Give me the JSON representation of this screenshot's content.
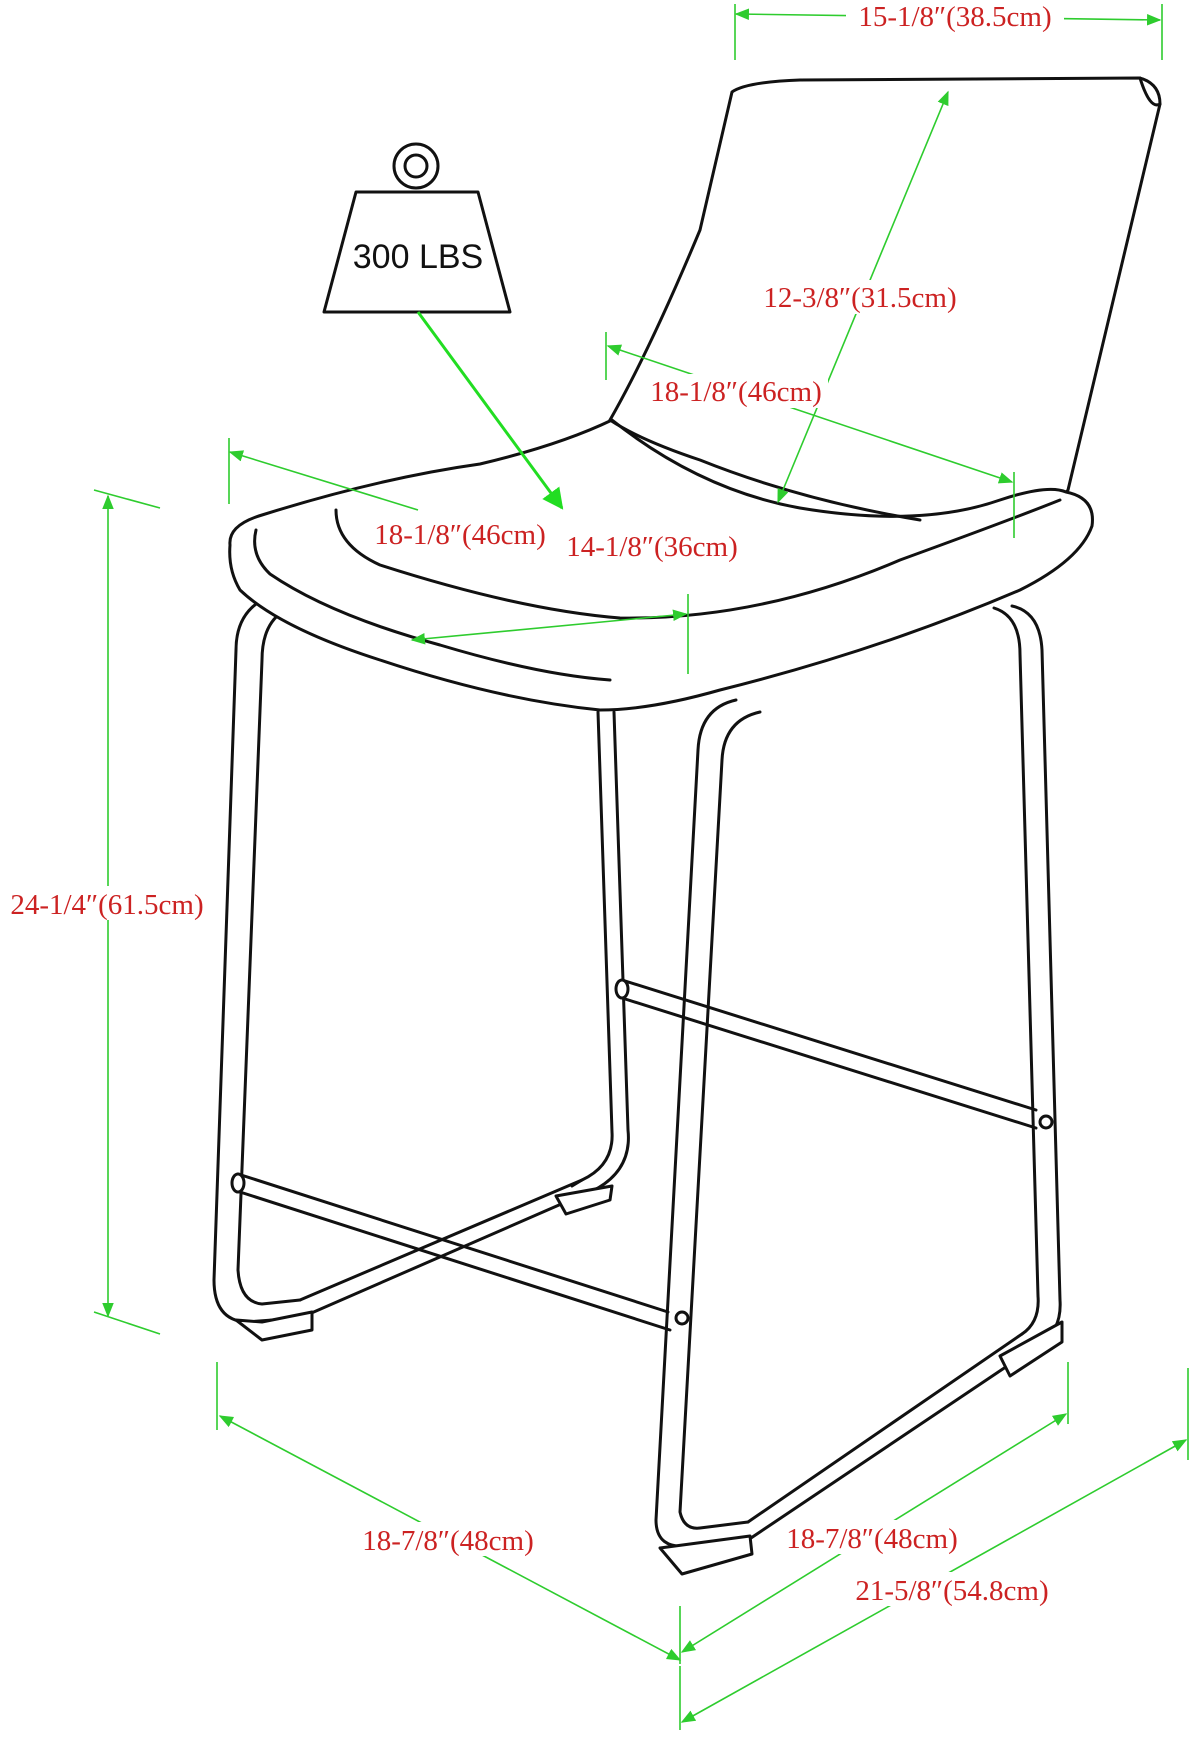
{
  "weight": {
    "label": "300 LBS"
  },
  "dimensions": {
    "back_width": "15-1/8″(38.5cm)",
    "back_height": "12-3/8″(31.5cm)",
    "seat_width_back": "18-1/8″(46cm)",
    "seat_width_front": "18-1/8″(46cm)",
    "seat_depth": "14-1/8″(36cm)",
    "seat_height": "24-1/4″(61.5cm)",
    "base_width_left": "18-7/8″(48cm)",
    "base_depth_right": "18-7/8″(48cm)",
    "overall_depth": "21-5/8″(54.8cm)"
  },
  "colors": {
    "dimension_text": "#cc2222",
    "dimension_line": "#2ecc2e",
    "outline": "#111111"
  }
}
